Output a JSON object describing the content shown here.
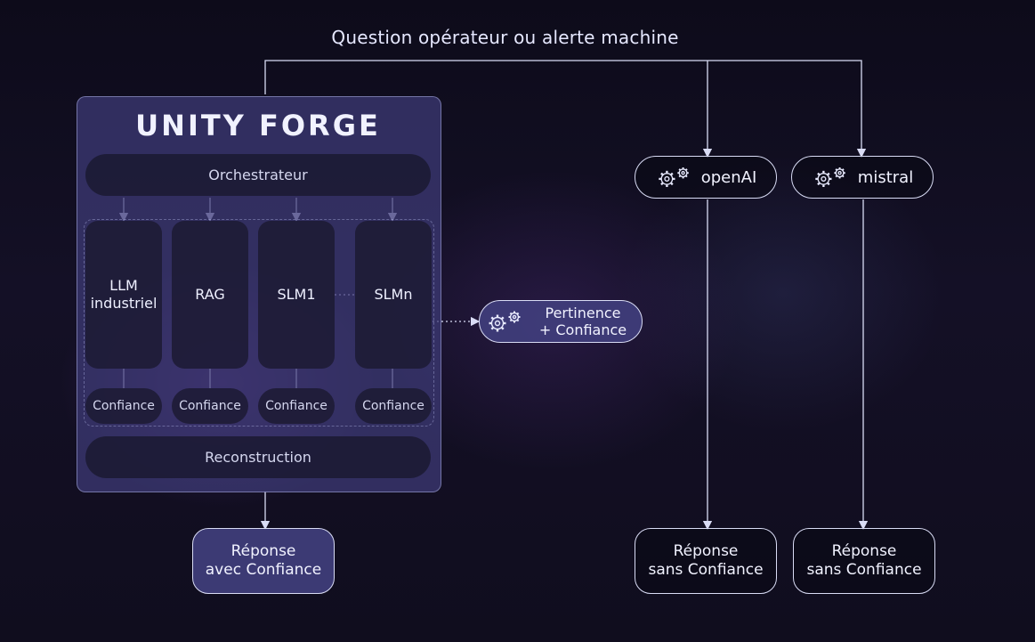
{
  "header": {
    "title": "Question opérateur ou alerte machine"
  },
  "unity_forge": {
    "logo": "UNITY FORGE",
    "orchestrator": "Orchestrateur",
    "models": [
      {
        "line1": "LLM",
        "line2": "industriel"
      },
      {
        "line1": "RAG",
        "line2": ""
      },
      {
        "line1": "SLM1",
        "line2": ""
      },
      {
        "line1": "SLMn",
        "line2": ""
      }
    ],
    "confidence_label": "Confiance",
    "reconstruction": "Reconstruction",
    "response": {
      "line1": "Réponse",
      "line2": "avec Confiance"
    }
  },
  "pertinence": {
    "line1": "Pertinence",
    "line2": "+ Confiance",
    "icon": "gears-icon"
  },
  "external_models": [
    {
      "name": "openAI",
      "icon": "gears-icon"
    },
    {
      "name": "mistral",
      "icon": "gears-icon"
    }
  ],
  "external_responses": [
    {
      "line1": "Réponse",
      "line2": "sans Confiance"
    },
    {
      "line1": "Réponse",
      "line2": "sans Confiance"
    }
  ],
  "colors": {
    "panel": "#3e3c78",
    "line": "#d9dcf5",
    "card": "#1c1a32"
  }
}
